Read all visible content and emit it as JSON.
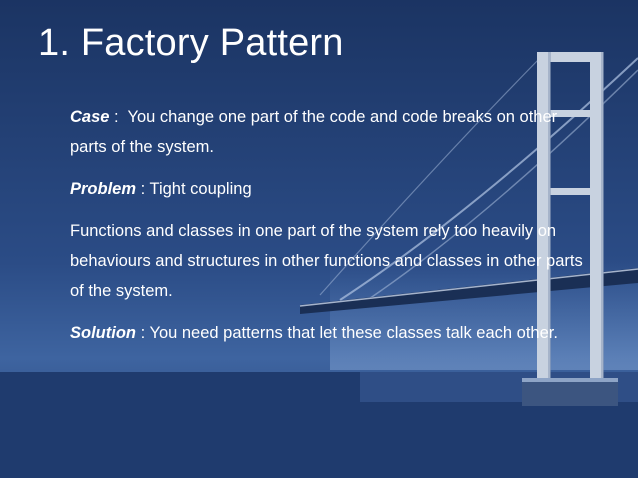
{
  "slide": {
    "title": "1. Factory Pattern",
    "paragraphs": [
      {
        "term": "Case",
        "separator": " :  ",
        "text": "You change one part of the code and code breaks on other parts of the system."
      },
      {
        "term": "Problem",
        "separator": " : ",
        "text": "Tight coupling"
      },
      {
        "term": "",
        "separator": "",
        "text": "Functions and classes in one part of the system rely too heavily on behaviours and structures in other functions and classes in other parts of the system."
      },
      {
        "term": "Solution",
        "separator": " : ",
        "text": "You need patterns that let these classes talk each other."
      }
    ]
  },
  "colors": {
    "background_top": "#1c3566",
    "background_bottom": "#223f73",
    "text": "#ffffff"
  }
}
